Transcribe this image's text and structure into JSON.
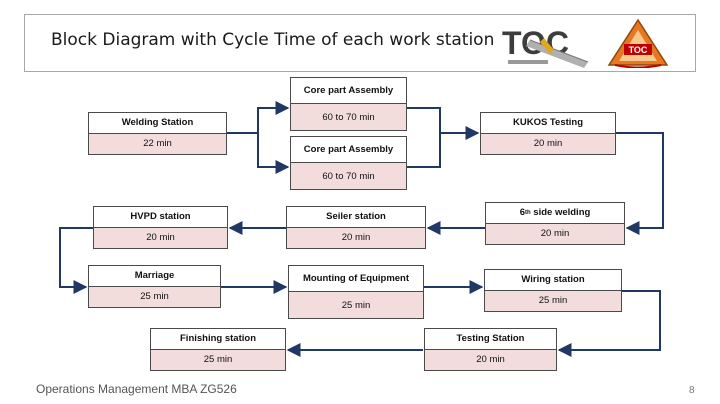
{
  "title": "Block Diagram with Cycle Time of each work station",
  "logo_left_text": "TOC",
  "logo_right_text": "TOC",
  "nodes": {
    "welding": {
      "name": "Welding Station",
      "time": "22 min"
    },
    "core1": {
      "name": "Core part Assembly",
      "time": "60 to 70 min"
    },
    "core2": {
      "name": "Core part Assembly",
      "time": "60 to 70 min"
    },
    "kukos": {
      "name": "KUKOS Testing",
      "time": "20 min"
    },
    "side6": {
      "name_num": "6",
      "name_sup": "th",
      "name_rest": " side welding",
      "time": "20 min"
    },
    "seiler": {
      "name": "Seiler station",
      "time": "20 min"
    },
    "hvpd": {
      "name": "HVPD station",
      "time": "20 min"
    },
    "marriage": {
      "name": "Marriage",
      "time": "25 min"
    },
    "mounting": {
      "name": "Mounting of Equipment",
      "time": "25 min"
    },
    "wiring": {
      "name": "Wiring station",
      "time": "25 min"
    },
    "testing": {
      "name": "Testing Station",
      "time": "20 min"
    },
    "finishing": {
      "name": "Finishing station",
      "time": "25 min"
    }
  },
  "footer": "Operations Management MBA ZG526",
  "page_number": "8",
  "colors": {
    "arrow": "#1f3864",
    "time_fill": "#f2dcdc",
    "border": "#4a4a4a",
    "logo_triangle": "#e87722",
    "logo_red": "#c00000"
  }
}
